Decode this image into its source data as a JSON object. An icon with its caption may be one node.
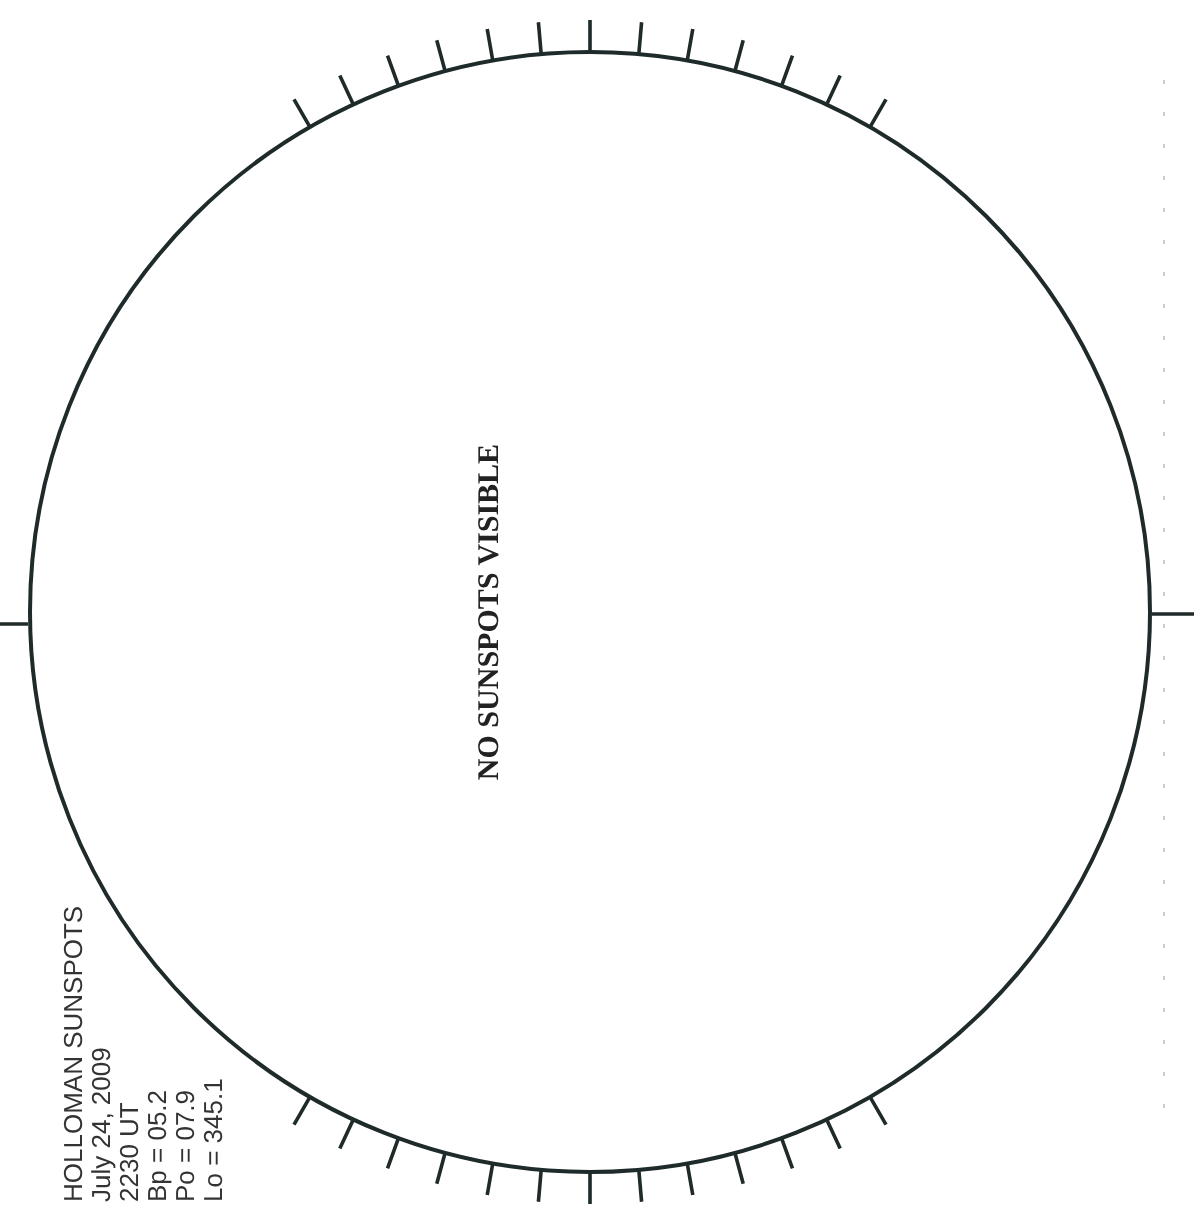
{
  "diagram": {
    "nodes": [
      {
        "text": [
          "NO SUNSPOTS VISIBLE"
        ]
      }
    ],
    "edges": [],
    "labels": [
      "HOLLOMAN SUNSPOTS",
      "July 24, 2009",
      "2230 UT",
      "Bp = 05.2",
      "Po = 07.9",
      "Lo = 345.1"
    ]
  }
}
